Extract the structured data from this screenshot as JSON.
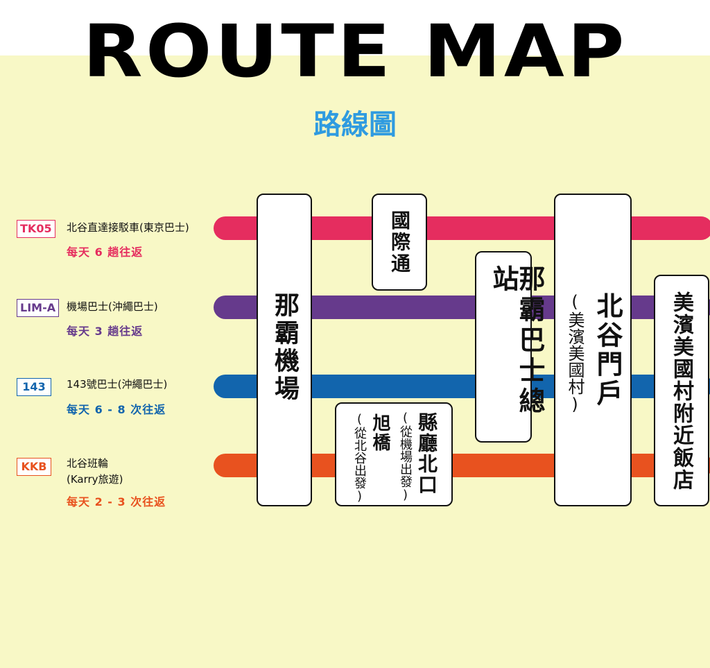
{
  "header": {
    "title": "ROUTE MAP",
    "subtitle": "路線圖"
  },
  "routes": [
    {
      "code": "TK05",
      "name": "北谷直達接駁車(東京巴士)",
      "name2": "",
      "frequency": "每天 6 趟往返",
      "color": "#e52d5f"
    },
    {
      "code": "LIM-A",
      "name": "機場巴士(沖繩巴士)",
      "name2": "",
      "frequency": "每天 3 趟往返",
      "color": "#663a8c"
    },
    {
      "code": "143",
      "name": "143號巴士(沖繩巴士)",
      "name2": "",
      "frequency": "每天 6 - 8 次往返",
      "color": "#1265ad"
    },
    {
      "code": "KKB",
      "name": "北谷班輪",
      "name2": "(Karry旅遊)",
      "frequency": "每天 2 - 3 次往返",
      "color": "#e8521f"
    }
  ],
  "stations": {
    "naha_airport": {
      "name": "那霸機場"
    },
    "kokusai_dori": {
      "name": "國際通"
    },
    "naha_bus_terminal": {
      "name": "那霸巴士總站"
    },
    "prefectural_office": {
      "name": "縣廳北口",
      "note": "(從機場出發)"
    },
    "asahibashi": {
      "name": "旭橋",
      "note": "(從北谷出發)"
    },
    "chatan_gate": {
      "name": "北谷門戶",
      "note": "(美濱美國村)"
    },
    "hotels": {
      "name": "美濱美國村附近飯店"
    }
  }
}
